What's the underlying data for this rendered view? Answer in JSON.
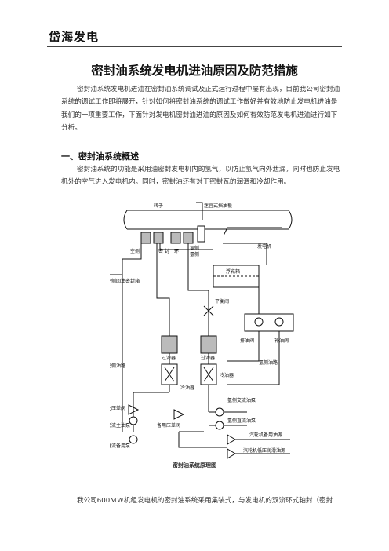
{
  "header": {
    "brand": "岱海发电"
  },
  "doc": {
    "title": "密封油系统发电机进油原因及防范措施",
    "intro": "密封油系统发电机进油在密封油系统调试及正式运行过程中屡有出现，目前我公司密封油系统的调试工作即将展开，针对如何将密封油系统的调试工作做好并有效地防止发电机进油是我们的一项重要工作，下面针对发电机密封油进油的原因及如何有效防范发电机进油进行如下分析。",
    "section1_title": "一、密封油系统概述",
    "section1_text": "密封油系统的功能是采用油密封发电机内的氢气，以防止氢气向外泄漏，同时也防止发电机外的空气进入发电机内。同时，密封油还有对于密封瓦的润滑和冷却作用。",
    "figure_caption": "密封油系统原理图",
    "last_para": "我公司600MW机组发电机的密封油系统采用集装式，与发电机的双流环式轴封（密封"
  },
  "diagram_labels": {
    "rotor": "转子",
    "labyrinth": "迷宫式挡油板",
    "air_side": "空侧",
    "seal": "密",
    "seal2": "封",
    "seal_ring": "环",
    "hydrogen_side": "氢侧",
    "hydrogen": "氢侧",
    "gen_case": "发电机",
    "air_return_tank": "空侧回油密封箱",
    "float_tank": "浮充箱",
    "balance_valve": "平衡阀",
    "filter1": "过滤器",
    "filter2": "过滤器",
    "cooler1": "冷油器",
    "cooler2": "冷油器",
    "drain_valve": "排油阀",
    "fill_valve": "补油阀",
    "h2_oil_path": "氢侧油路",
    "air_oil_path": "空侧油路",
    "main_diff_valve": "主压差阀",
    "ac_main_pump": "交流主油泵",
    "dc_backup_pump": "直流备用泵",
    "backup_diff_valve": "备用压差阀",
    "h2_ac_pump": "氢侧交流油泵",
    "h2_dc_pump": "氢侧直流油泵",
    "turbine_backup": "汽轮机备用油源",
    "turbine_low": "汽轮机低压润滑油源"
  }
}
